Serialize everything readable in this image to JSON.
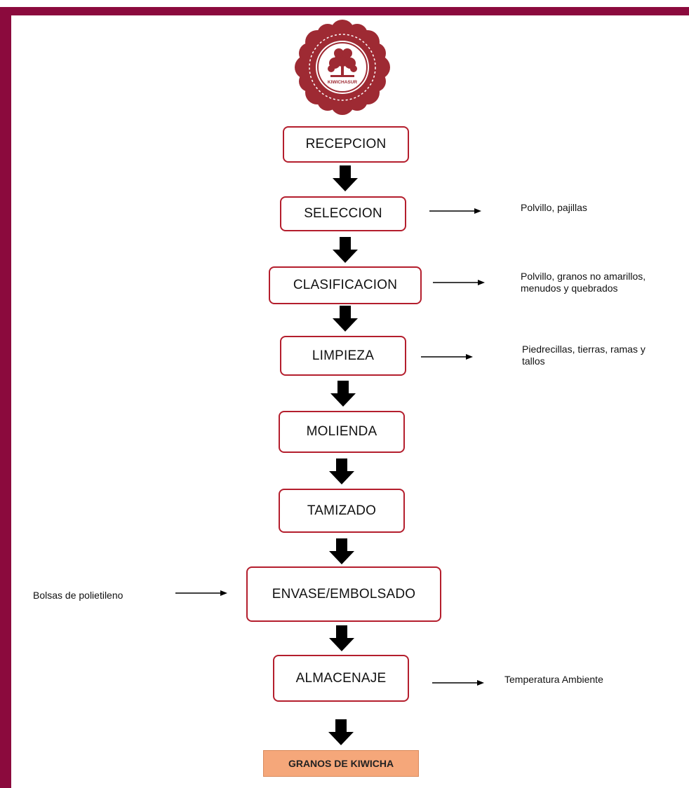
{
  "logo": {
    "text": "KIWICHASUR"
  },
  "steps": [
    {
      "label": "RECEPCION"
    },
    {
      "label": "SELECCION"
    },
    {
      "label": "CLASIFICACION"
    },
    {
      "label": "LIMPIEZA"
    },
    {
      "label": "MOLIENDA"
    },
    {
      "label": "TAMIZADO"
    },
    {
      "label": "ENVASE/EMBOLSADO"
    },
    {
      "label": "ALMACENAJE"
    }
  ],
  "notes": {
    "seleccion": [
      "Polvillo, pajillas"
    ],
    "clasificacion": [
      "Polvillo, granos no amarillos,",
      "menudos y quebrados"
    ],
    "limpieza": [
      "Piedrecillas, tierras, ramas y",
      "tallos"
    ],
    "envase_input": [
      "Bolsas de polietileno"
    ],
    "almacenaje": [
      "Temperatura Ambiente"
    ]
  },
  "final_product": "GRANOS DE KIWICHA",
  "colors": {
    "frame": "#8b0a3d",
    "step_border": "#b41e2d",
    "logo": "#9e2a33",
    "final_fill": "#f5a77a"
  }
}
